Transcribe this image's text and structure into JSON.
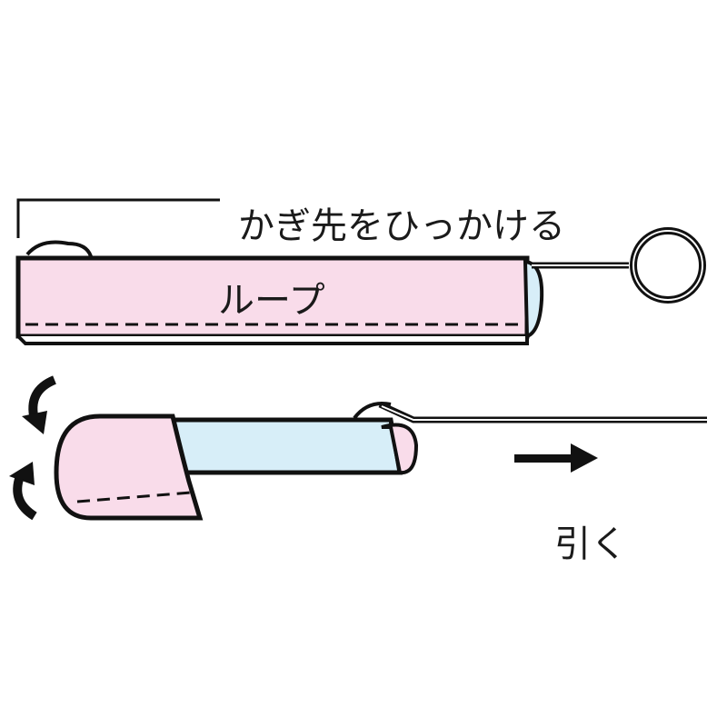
{
  "labels": {
    "hook": "かぎ先をひっかける",
    "loop": "ループ",
    "pull": "引く"
  },
  "colors": {
    "fabric_pink": "#f9dcea",
    "fabric_blue": "#d7eef8",
    "outline": "#111111"
  },
  "icons": {
    "rotate": "curved-arrow",
    "pull": "right-arrow"
  }
}
